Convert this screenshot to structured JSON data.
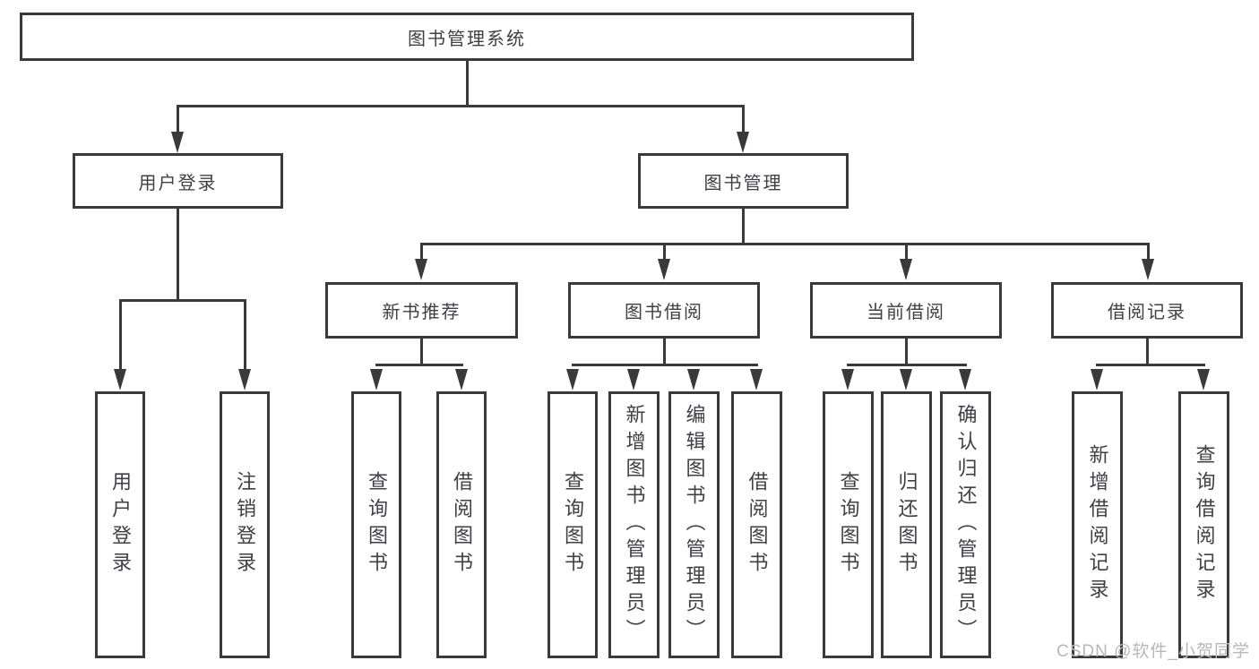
{
  "diagram": {
    "root": {
      "label": "图书管理系统"
    },
    "level2": {
      "user_login": {
        "label": "用户登录"
      },
      "book_management": {
        "label": "图书管理"
      }
    },
    "level3": {
      "new_book_recommend": {
        "label": "新书推荐"
      },
      "book_borrow": {
        "label": "图书借阅"
      },
      "current_borrow": {
        "label": "当前借阅"
      },
      "borrow_record": {
        "label": "借阅记录"
      }
    },
    "leaves": {
      "user_login": [
        {
          "label": "用户登录"
        },
        {
          "label": "注销登录"
        }
      ],
      "new_book_recommend": [
        {
          "label": "查询图书"
        },
        {
          "label": "借阅图书"
        }
      ],
      "book_borrow": [
        {
          "label": "查询图书"
        },
        {
          "label": "新增图书（管理员）"
        },
        {
          "label": "编辑图书（管理员）"
        },
        {
          "label": "借阅图书"
        }
      ],
      "current_borrow": [
        {
          "label": "查询图书"
        },
        {
          "label": "归还图书"
        },
        {
          "label": "确认归还（管理员）"
        }
      ],
      "borrow_record": [
        {
          "label": "新增借阅记录"
        },
        {
          "label": "查询借阅记录"
        }
      ]
    },
    "watermark": "CSDN @软件_小贺同学",
    "colors": {
      "line": "#3a3a3a",
      "text": "#3f3f46",
      "watermark": "#b8b8b8",
      "background": "#ffffff"
    }
  }
}
